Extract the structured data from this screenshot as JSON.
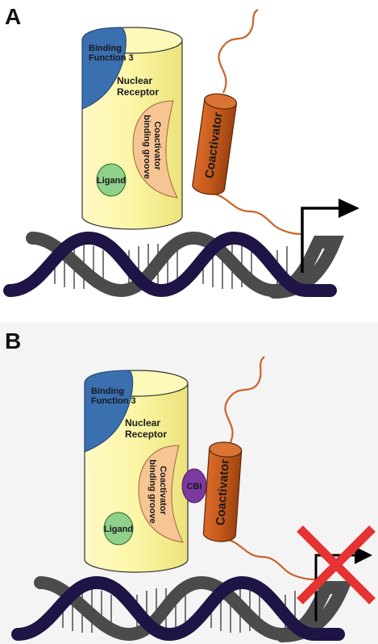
{
  "panels": [
    {
      "letter": "A",
      "labels": {
        "binding_function": [
          "Binding",
          "Function 3"
        ],
        "nuclear_receptor": [
          "Nuclear",
          "Receptor"
        ],
        "groove": [
          "Coactivator",
          "binding groove"
        ],
        "ligand": "Ligand",
        "coactivator": "Coactivator"
      }
    },
    {
      "letter": "B",
      "labels": {
        "binding_function": [
          "Binding",
          "Function 3"
        ],
        "nuclear_receptor": [
          "Nuclear",
          "Receptor"
        ],
        "groove": [
          "Coactivator",
          "binding groove"
        ],
        "ligand": "Ligand",
        "coactivator": "Coactivator",
        "inhibitor": "CBI"
      }
    }
  ],
  "colors": {
    "receptor_body": "#fbf6a6",
    "binding_function": "#3a6fb0",
    "groove": "#f7c493",
    "ligand": "#8fd08a",
    "coactivator": "#c55a1c",
    "coactivator_tail": "#c8642a",
    "dna_dark": "#1e1445",
    "dna_grey": "#4b4b4b",
    "inhibitor": "#7a3a9e",
    "cross": "#e53232",
    "panel_b_background": "#f4f4f4"
  }
}
